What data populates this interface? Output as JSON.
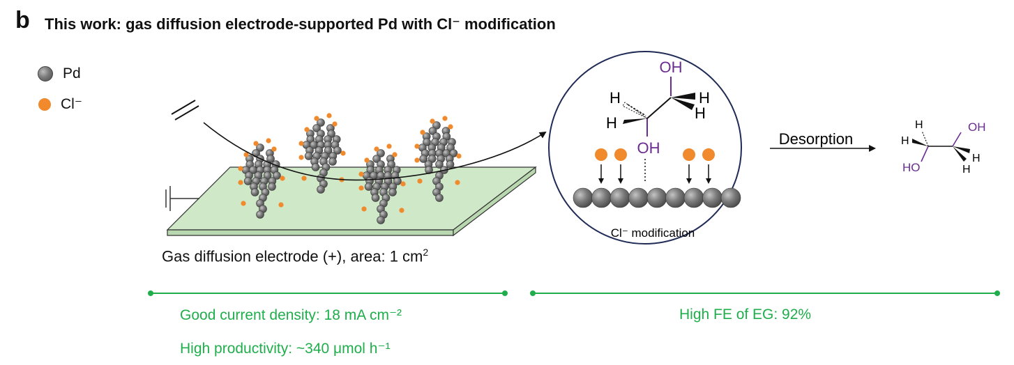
{
  "panel_label": "b",
  "title": "This work: gas diffusion electrode-supported Pd with Cl⁻ modification",
  "legend": {
    "pd_label": "Pd",
    "cl_label": "Cl⁻"
  },
  "electrode_caption": "Gas diffusion electrode (+), area: 1 cm",
  "electrode_caption_sup": "2",
  "zoom": {
    "top_oh": "OH",
    "bottom_oh": "OH",
    "h": "H",
    "modification_label": "Cl⁻ modification"
  },
  "desorption_label": "Desorption",
  "product": {
    "oh": "OH",
    "ho": "HO",
    "h": "H"
  },
  "metrics": {
    "current_density": "Good current density:  18 mA cm⁻²",
    "productivity": "High productivity: ~340 μmol h⁻¹",
    "fe": "High FE of EG: 92%"
  },
  "colors": {
    "electrode_fill": "#cfe8c7",
    "pd_gray": "#808080",
    "cl_orange": "#f08a2c",
    "accent_green": "#1fae4b",
    "oh_purple": "#6a2c91",
    "circle_border": "#1f2a55"
  }
}
